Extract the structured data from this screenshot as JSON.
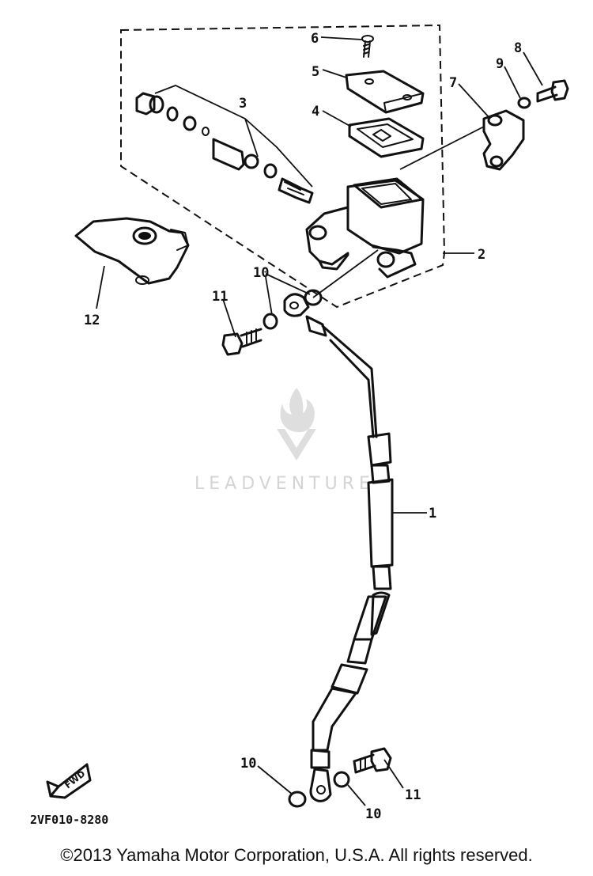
{
  "callouts": {
    "c1": "1",
    "c2": "2",
    "c3": "3",
    "c4": "4",
    "c5": "5",
    "c6": "6",
    "c7": "7",
    "c8": "8",
    "c9": "9",
    "c10a": "10",
    "c10b": "10",
    "c10c": "10",
    "c11a": "11",
    "c11b": "11",
    "c12": "12"
  },
  "diagram_code": "2VF010-8280",
  "fwd_label": "FWD",
  "watermark": "LEADVENTURE",
  "copyright": "©2013 Yamaha Motor Corporation, U.S.A. All rights reserved."
}
